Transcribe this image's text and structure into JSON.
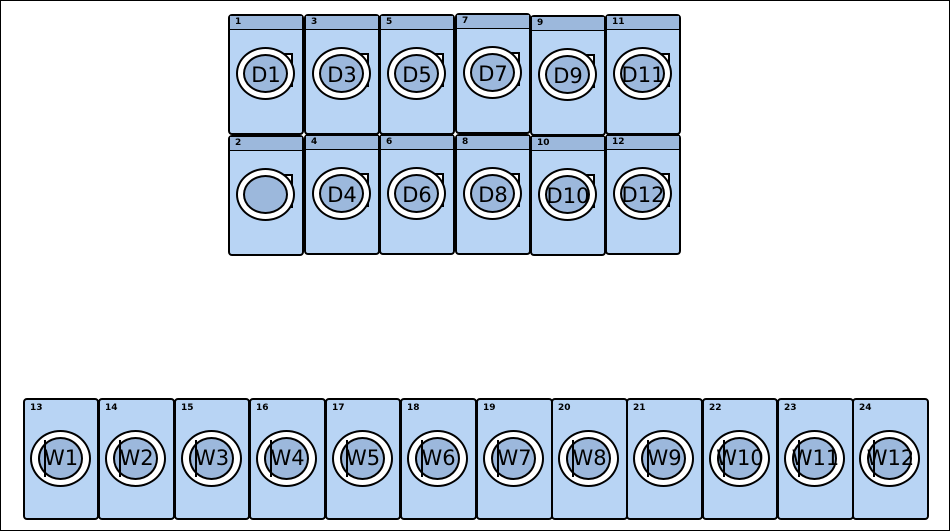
{
  "dryers": [
    {
      "number": "1",
      "label": "D1"
    },
    {
      "number": "2",
      "label": ""
    },
    {
      "number": "3",
      "label": "D3"
    },
    {
      "number": "4",
      "label": "D4"
    },
    {
      "number": "5",
      "label": "D5"
    },
    {
      "number": "6",
      "label": "D6"
    },
    {
      "number": "7",
      "label": "D7"
    },
    {
      "number": "8",
      "label": "D8"
    },
    {
      "number": "9",
      "label": "D9"
    },
    {
      "number": "10",
      "label": "D10"
    },
    {
      "number": "11",
      "label": "D11"
    },
    {
      "number": "12",
      "label": "D12"
    }
  ],
  "washers": [
    {
      "number": "13",
      "label": "W1"
    },
    {
      "number": "14",
      "label": "W2"
    },
    {
      "number": "15",
      "label": "W3"
    },
    {
      "number": "16",
      "label": "W4"
    },
    {
      "number": "17",
      "label": "W5"
    },
    {
      "number": "18",
      "label": "W6"
    },
    {
      "number": "19",
      "label": "W7"
    },
    {
      "number": "20",
      "label": "W8"
    },
    {
      "number": "21",
      "label": "W9"
    },
    {
      "number": "22",
      "label": "W10"
    },
    {
      "number": "23",
      "label": "W11"
    },
    {
      "number": "24",
      "label": "W12"
    }
  ],
  "colors": {
    "machine_body": "#b8d4f4",
    "machine_header": "#9cb8dc",
    "door_glass": "#9cb8dc",
    "outline": "#000000",
    "background": "#ffffff"
  }
}
